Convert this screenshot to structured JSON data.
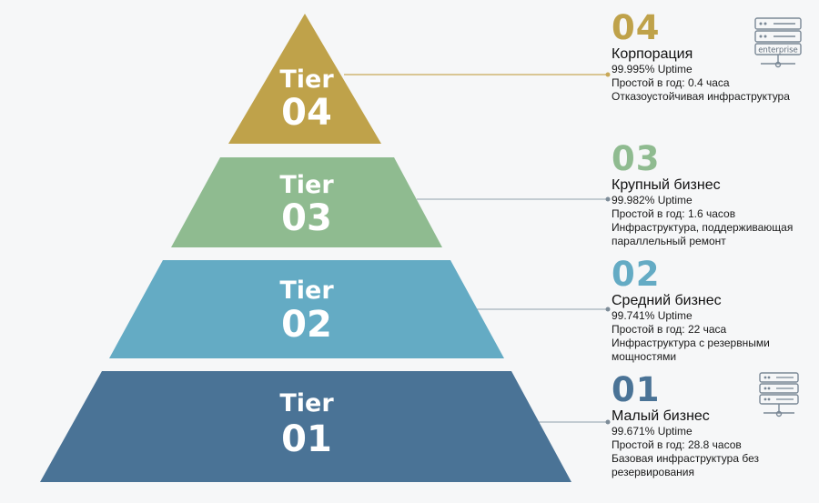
{
  "colors": {
    "tier04": "#bfa24a",
    "tier03": "#8fbb90",
    "tier02": "#64abc4",
    "tier01": "#4a7396",
    "connector": "#c8a857",
    "connector_dark": "#90a0ad"
  },
  "tiers": [
    {
      "id": "04",
      "word": "Tier",
      "num": "04",
      "big_num": "04",
      "name": "Корпорация",
      "uptime": "99.995% Uptime",
      "downtime": "Простой в год: 0.4 часа",
      "desc": [
        "Отказоустойчивая инфраструктура"
      ],
      "icon": "enterprise-server-icon",
      "icon_label": "enterprise"
    },
    {
      "id": "03",
      "word": "Tier",
      "num": "03",
      "big_num": "03",
      "name": "Крупный бизнес",
      "uptime": "99.982% Uptime",
      "downtime": "Простой в год: 1.6 часов",
      "desc": [
        "Инфраструктура, поддерживающая",
        "параллельный ремонт"
      ]
    },
    {
      "id": "02",
      "word": "Tier",
      "num": "02",
      "big_num": "02",
      "name": "Средний бизнес",
      "uptime": "99.741% Uptime",
      "downtime": "Простой в год: 22 часа",
      "desc": [
        "Инфраструктура с резервными",
        "мощностями"
      ]
    },
    {
      "id": "01",
      "word": "Tier",
      "num": "01",
      "big_num": "01",
      "name": "Малый бизнес",
      "uptime": "99.671% Uptime",
      "downtime": "Простой в год: 28.8 часов",
      "desc": [
        "Базовая инфраструктура без",
        "резервирования"
      ],
      "icon": "server-rack-icon"
    }
  ]
}
